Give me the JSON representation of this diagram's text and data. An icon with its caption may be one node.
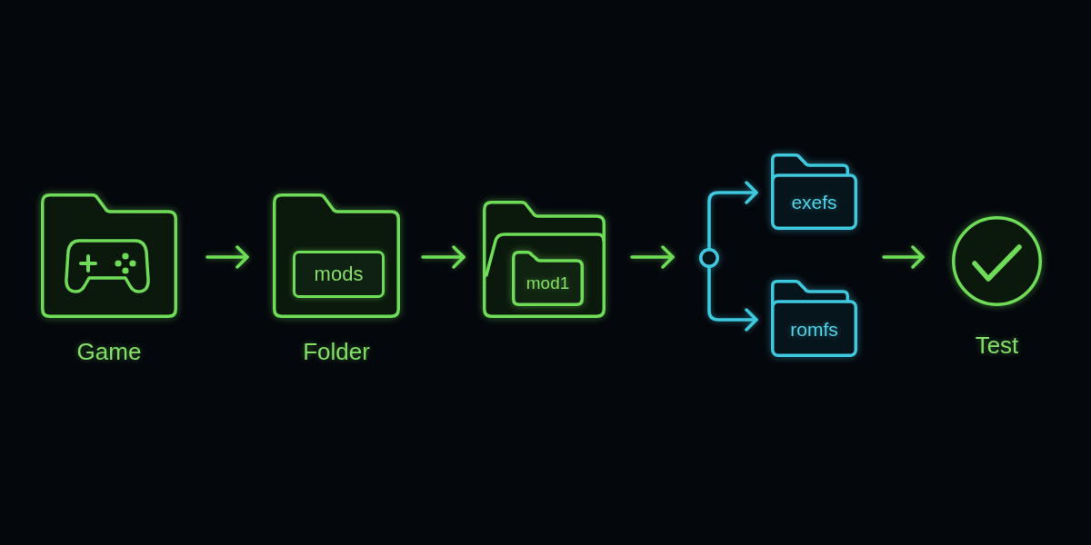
{
  "diagram": {
    "nodes": [
      {
        "text": [
          "Game"
        ]
      },
      {
        "text": [
          "Folder"
        ]
      },
      {
        "text": [
          "mods"
        ],
        "in": 1
      },
      {
        "text": [],
        "shape": "folder"
      },
      {
        "text": [
          "mod1"
        ],
        "in": 3
      },
      {
        "text": [],
        "shape": "circle"
      },
      {
        "text": [
          "exefs"
        ]
      },
      {
        "text": [
          "romfs"
        ]
      },
      {
        "text": [
          "Test"
        ]
      }
    ],
    "edges": [
      {
        "from": 0,
        "to": 1,
        "arrow": "to"
      },
      {
        "from": 1,
        "to": 3,
        "arrow": "to"
      },
      {
        "from": 3,
        "to": 5,
        "arrow": "to"
      },
      {
        "from": 5,
        "to": 6,
        "arrow": "to",
        "color": "#3fc9df"
      },
      {
        "from": 5,
        "to": 7,
        "arrow": "to",
        "color": "#3fc9df"
      },
      {
        "from": null,
        "to": 8,
        "arrow": "to"
      }
    ]
  }
}
